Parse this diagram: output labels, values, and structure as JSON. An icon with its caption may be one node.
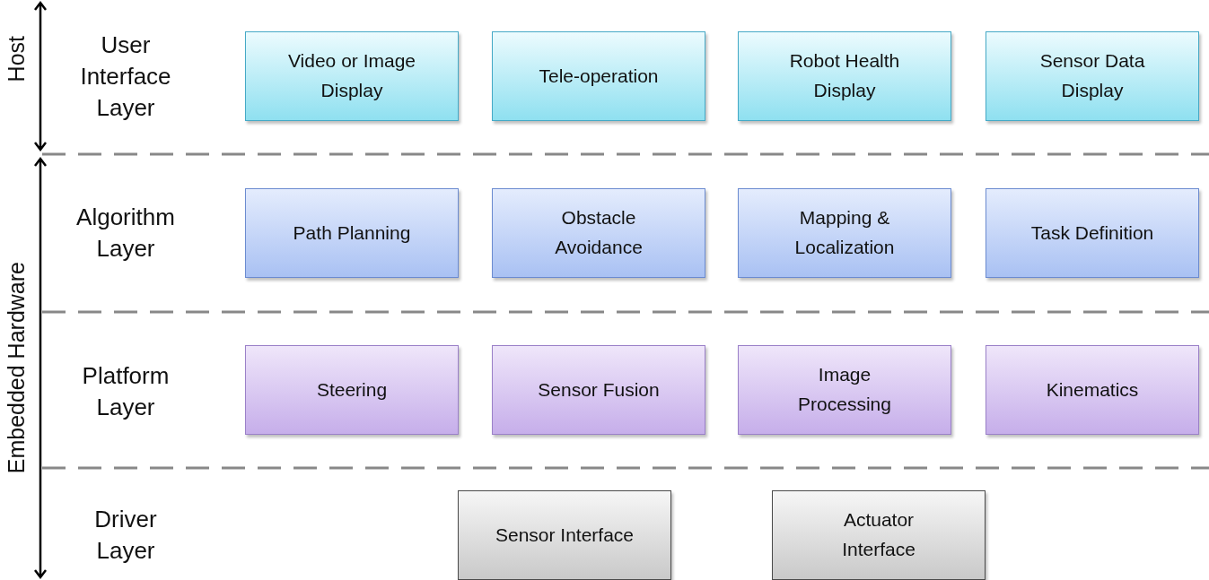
{
  "diagram": {
    "nodes": [
      {
        "text": [
          "Video or Image Display"
        ]
      },
      {
        "text": [
          "Tele-operation"
        ]
      },
      {
        "text": [
          "Robot Health Display"
        ]
      },
      {
        "text": [
          "Sensor Data Display"
        ]
      },
      {
        "text": [
          "Path Planning"
        ]
      },
      {
        "text": [
          "Obstacle Avoidance"
        ]
      },
      {
        "text": [
          "Mapping & Localization"
        ]
      },
      {
        "text": [
          "Task Definition"
        ]
      },
      {
        "text": [
          "Steering"
        ]
      },
      {
        "text": [
          "Sensor Fusion"
        ]
      },
      {
        "text": [
          "Image Processing"
        ]
      },
      {
        "text": [
          "Kinematics"
        ]
      },
      {
        "text": [
          "Sensor Interface"
        ]
      },
      {
        "text": [
          "Actuator Interface"
        ]
      }
    ],
    "edges": [],
    "labels": [
      "Host",
      "Embedded Hardware",
      "User Interface Layer",
      "Algorithm Layer",
      "Platform Layer",
      "Driver Layer"
    ]
  }
}
